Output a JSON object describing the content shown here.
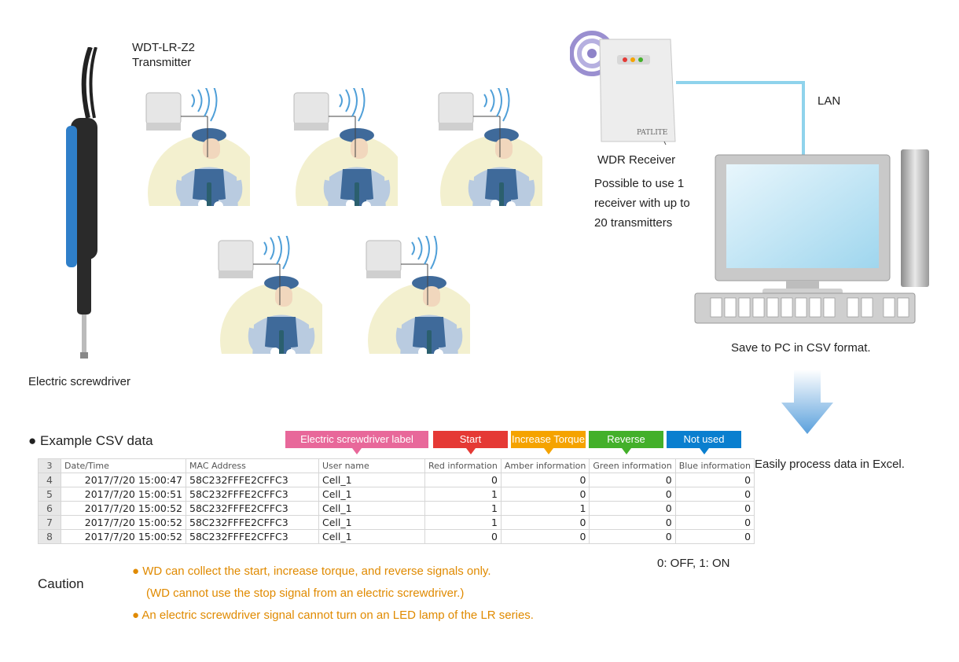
{
  "labels": {
    "transmitter_model": "WDT-LR-Z2",
    "transmitter": "Transmitter",
    "screwdriver": "Electric screwdriver",
    "receiver": "WDR Receiver",
    "receiver_note_1": "Possible to use 1",
    "receiver_note_2": "receiver with up to",
    "receiver_note_3": "20 transmitters",
    "lan": "LAN",
    "save": "Save to PC in CSV format.",
    "excel": "Easily process data in Excel.",
    "receiver_brand": "PATLITE"
  },
  "csv": {
    "title": "Example CSV data",
    "tags": [
      {
        "label": "Electric screwdriver label",
        "color": "#e8689a"
      },
      {
        "label": "Start",
        "color": "#e53935"
      },
      {
        "label": "Increase Torque",
        "color": "#f5a300"
      },
      {
        "label": "Reverse",
        "color": "#43b02a"
      },
      {
        "label": "Not used",
        "color": "#0a7fcf"
      }
    ],
    "header": {
      "row": "3",
      "cells": [
        "Date/Time",
        "MAC Address",
        "User name",
        "Red information",
        "Amber information",
        "Green information",
        "Blue information"
      ]
    },
    "rows": [
      {
        "n": "4",
        "date": "2017/7/20 15:00:47",
        "mac": "58C232FFFE2CFFC3",
        "user": "Cell_1",
        "red": "0",
        "amber": "0",
        "green": "0",
        "blue": "0"
      },
      {
        "n": "5",
        "date": "2017/7/20 15:00:51",
        "mac": "58C232FFFE2CFFC3",
        "user": "Cell_1",
        "red": "1",
        "amber": "0",
        "green": "0",
        "blue": "0"
      },
      {
        "n": "6",
        "date": "2017/7/20 15:00:52",
        "mac": "58C232FFFE2CFFC3",
        "user": "Cell_1",
        "red": "1",
        "amber": "1",
        "green": "0",
        "blue": "0"
      },
      {
        "n": "7",
        "date": "2017/7/20 15:00:52",
        "mac": "58C232FFFE2CFFC3",
        "user": "Cell_1",
        "red": "1",
        "amber": "0",
        "green": "0",
        "blue": "0"
      },
      {
        "n": "8",
        "date": "2017/7/20 15:00:52",
        "mac": "58C232FFFE2CFFC3",
        "user": "Cell_1",
        "red": "0",
        "amber": "0",
        "green": "0",
        "blue": "0"
      }
    ],
    "legend": "0: OFF, 1: ON"
  },
  "caution": {
    "title": "Caution",
    "line1": "● WD can collect the start, increase torque, and reverse signals only.",
    "line2": "(WD cannot use the stop signal from an electric screwdriver.)",
    "line3": "● An electric screwdriver signal cannot turn on an LED lamp of the LR series."
  },
  "colors": {
    "lan_line": "#8fd3ec",
    "arrow": "#7fb6e2",
    "circle": "#f3f0cf",
    "worker": "#3f6a9a"
  }
}
